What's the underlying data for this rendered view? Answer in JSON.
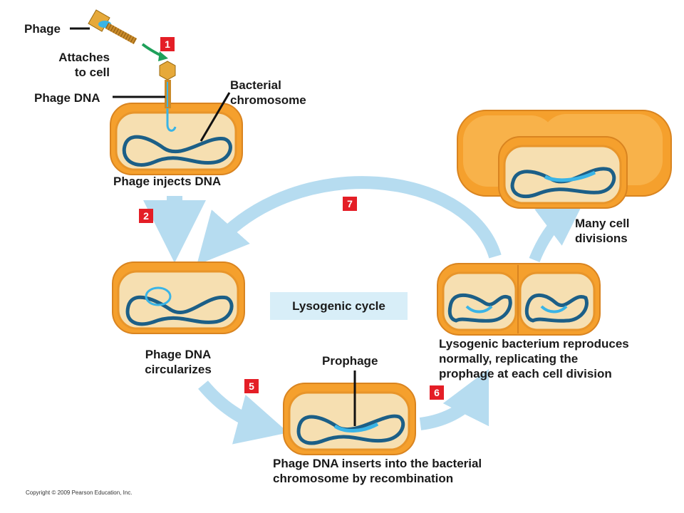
{
  "labels": {
    "phage": "Phage",
    "attaches": "Attaches\nto cell",
    "phage_dna": "Phage DNA",
    "bacterial_chromosome": "Bacterial\nchromosome",
    "injects": "Phage injects DNA",
    "circularizes": "Phage DNA\ncircularizes",
    "prophage": "Prophage",
    "inserts": "Phage DNA inserts into the bacterial\nchromosome by recombination",
    "reproduces": "Lysogenic bacterium reproduces\nnormally, replicating the\nprophage at each cell division",
    "divisions": "Many cell\ndivisions",
    "cycle": "Lysogenic cycle",
    "copyright": "Copyright © 2009 Pearson Education, Inc."
  },
  "steps": [
    "1",
    "2",
    "5",
    "6",
    "7"
  ],
  "colors": {
    "cell_outer": "#f5a02d",
    "cell_inner": "#f6dfb1",
    "chromosome": "#1c5f87",
    "phage_dna": "#3ab4e6",
    "arrow": "#b6dcf0",
    "step_badge": "#e41e26",
    "attach_arrow": "#1ea05a"
  }
}
